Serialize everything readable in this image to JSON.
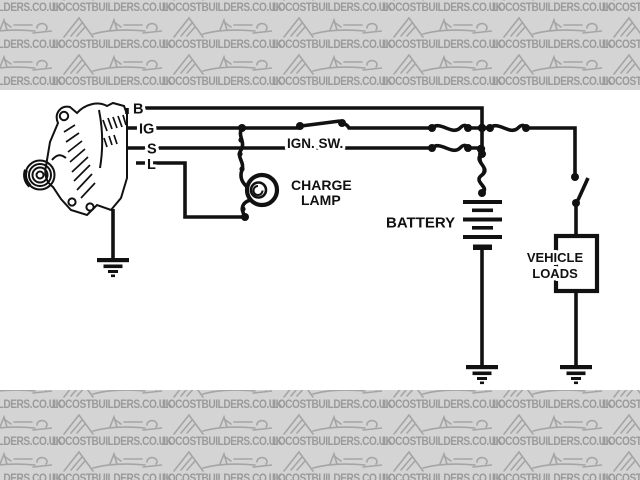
{
  "watermark": {
    "text": "LOCOSTBUILDERS.CO.UK"
  },
  "diagram": {
    "terminals": {
      "b": "B",
      "ig": "IG",
      "s": "S",
      "l": "L"
    },
    "labels": {
      "ignition_switch": "IGN. SW.",
      "charge_lamp_line1": "CHARGE",
      "charge_lamp_line2": "LAMP",
      "battery": "BATTERY",
      "vehicle_loads_line1": "VEHICLE",
      "vehicle_loads_line2": "LOADS"
    },
    "colors": {
      "line": "#111111",
      "paper": "#ffffff",
      "watermark_background": "#d4d4d4",
      "watermark_ink": "#9a9a9a"
    }
  }
}
